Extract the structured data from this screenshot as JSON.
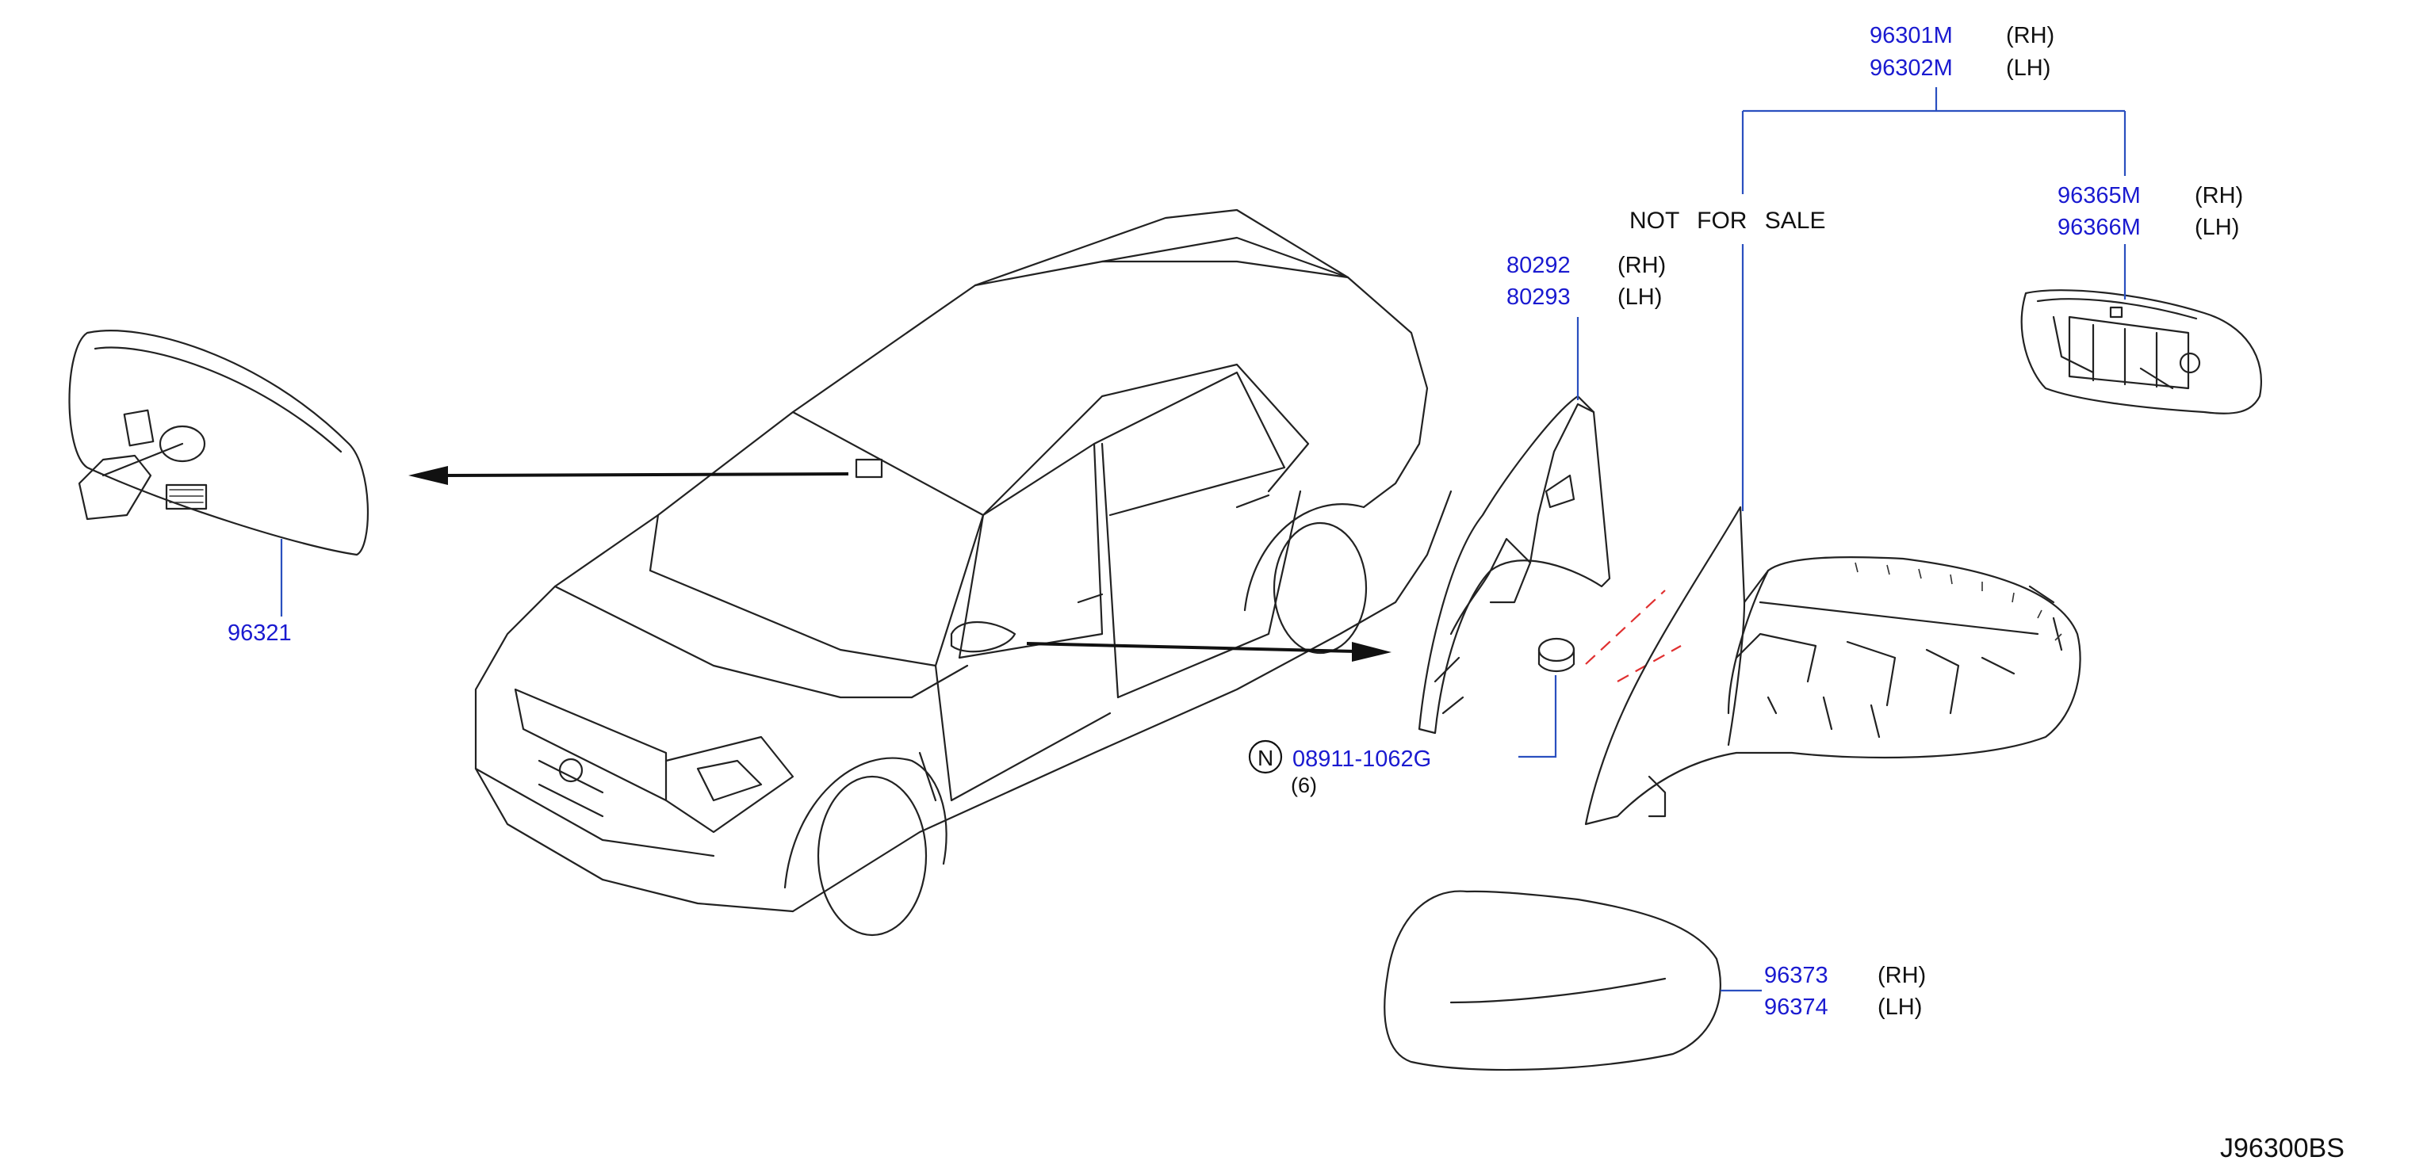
{
  "diagram_code": "J96300BS",
  "notice": "NOT FOR SALE",
  "parts": {
    "mirror_assembly": [
      {
        "number": "96301M",
        "side": "(RH)"
      },
      {
        "number": "96302M",
        "side": "(LH)"
      }
    ],
    "mirror_glass": [
      {
        "number": "96365M",
        "side": "(RH)"
      },
      {
        "number": "96366M",
        "side": "(LH)"
      }
    ],
    "mirror_base_cover": [
      {
        "number": "80292",
        "side": "(RH)"
      },
      {
        "number": "80293",
        "side": "(LH)"
      }
    ],
    "mirror_housing_cover": [
      {
        "number": "96373",
        "side": "(RH)"
      },
      {
        "number": "96374",
        "side": "(LH)"
      }
    ],
    "inside_mirror": {
      "number": "96321"
    },
    "nut": {
      "symbol": "N",
      "number": "08911-1062G",
      "quantity": "(6)"
    }
  },
  "colors": {
    "part_number": "#1a1ad0",
    "line_art": "#222222",
    "leader": "#2a4fbf",
    "dashed_guide": "#e03030"
  }
}
